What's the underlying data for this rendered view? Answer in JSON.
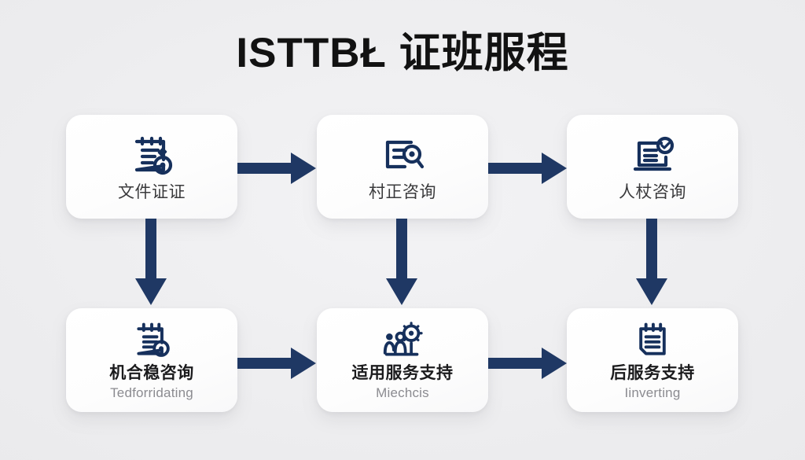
{
  "title": "ISTTBŁ 证班服程",
  "theme": {
    "background": "#eeeef0",
    "card_background": "#ffffff",
    "arrow_color": "#1f3864",
    "icon_color": "#16305c",
    "title_color": "#121212",
    "label_color": "#3a3a3c",
    "sublabel_color": "#8b8b90"
  },
  "flow": {
    "row1": [
      {
        "id": "step-1",
        "label": "文件证证",
        "sub": "",
        "icon": "clipboard-stamp-icon"
      },
      {
        "id": "step-2",
        "label": "村正咨询",
        "sub": "",
        "icon": "document-search-icon"
      },
      {
        "id": "step-3",
        "label": "人杖咨询",
        "sub": "",
        "icon": "laptop-check-icon"
      }
    ],
    "row2": [
      {
        "id": "step-4",
        "label": "机合稳咨询",
        "sub": "Tedforridating",
        "icon": "notepad-stamp-icon"
      },
      {
        "id": "step-5",
        "label": "适用服务支持",
        "sub": "Miechcis",
        "icon": "people-gear-icon"
      },
      {
        "id": "step-6",
        "label": "后服务支持",
        "sub": "Iinverting",
        "icon": "notepad-lines-icon"
      }
    ],
    "connectors": [
      {
        "id": "connector-1-2",
        "direction": "right",
        "icon": "arrow-right-icon"
      },
      {
        "id": "connector-2-3",
        "direction": "right",
        "icon": "arrow-right-icon"
      },
      {
        "id": "connector-4-5",
        "direction": "right",
        "icon": "arrow-right-icon"
      },
      {
        "id": "connector-5-6",
        "direction": "right",
        "icon": "arrow-right-icon"
      },
      {
        "id": "connector-1-4",
        "direction": "down",
        "icon": "arrow-down-icon"
      },
      {
        "id": "connector-2-5",
        "direction": "down",
        "icon": "arrow-down-icon"
      },
      {
        "id": "connector-3-6",
        "direction": "down",
        "icon": "arrow-down-icon"
      }
    ]
  }
}
